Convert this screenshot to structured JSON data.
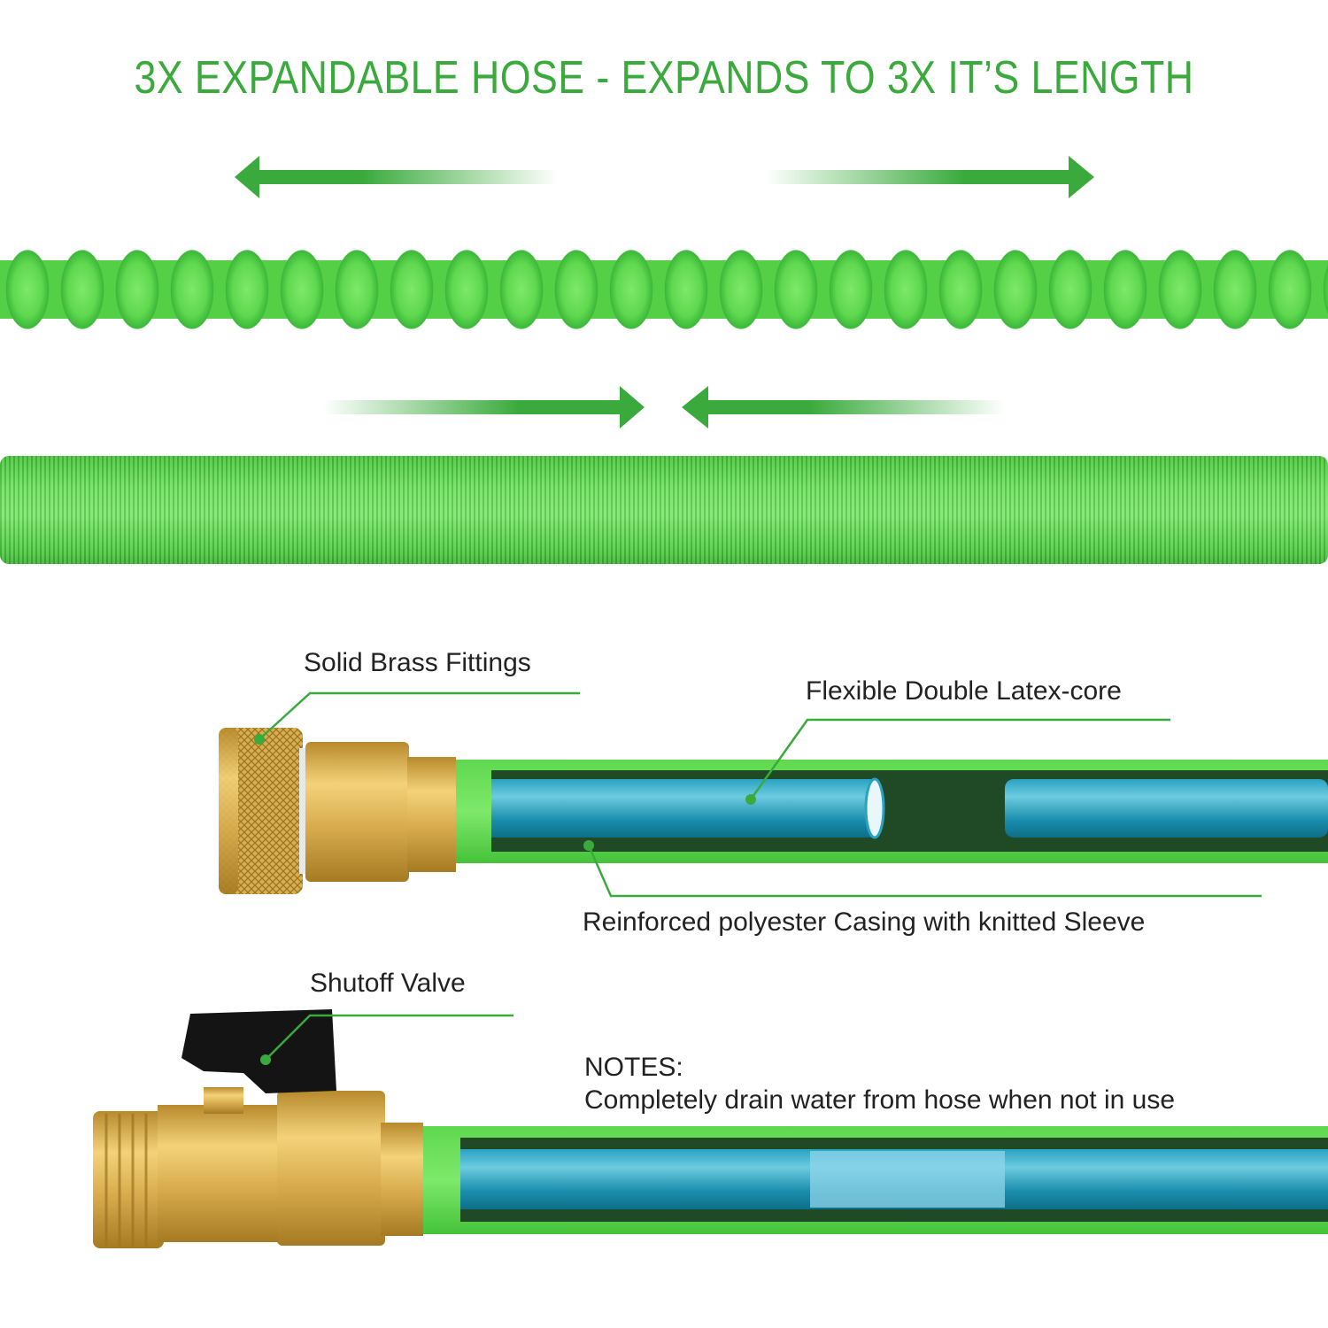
{
  "title": "3X EXPANDABLE HOSE - EXPANDS TO 3X IT’S LENGTH",
  "colors": {
    "accent_green": "#3aaa3c",
    "hose_green": "#5fd84f",
    "latex_blue": "#1f9bb8",
    "brass": "#d4a845"
  },
  "callouts": {
    "brass_fittings": "Solid Brass Fittings",
    "latex_core": "Flexible Double Latex-core",
    "casing": "Reinforced polyester Casing with knitted Sleeve",
    "shutoff_valve": "Shutoff Valve"
  },
  "notes": {
    "heading": "NOTES:",
    "text": "Completely drain water from hose when not in use"
  }
}
